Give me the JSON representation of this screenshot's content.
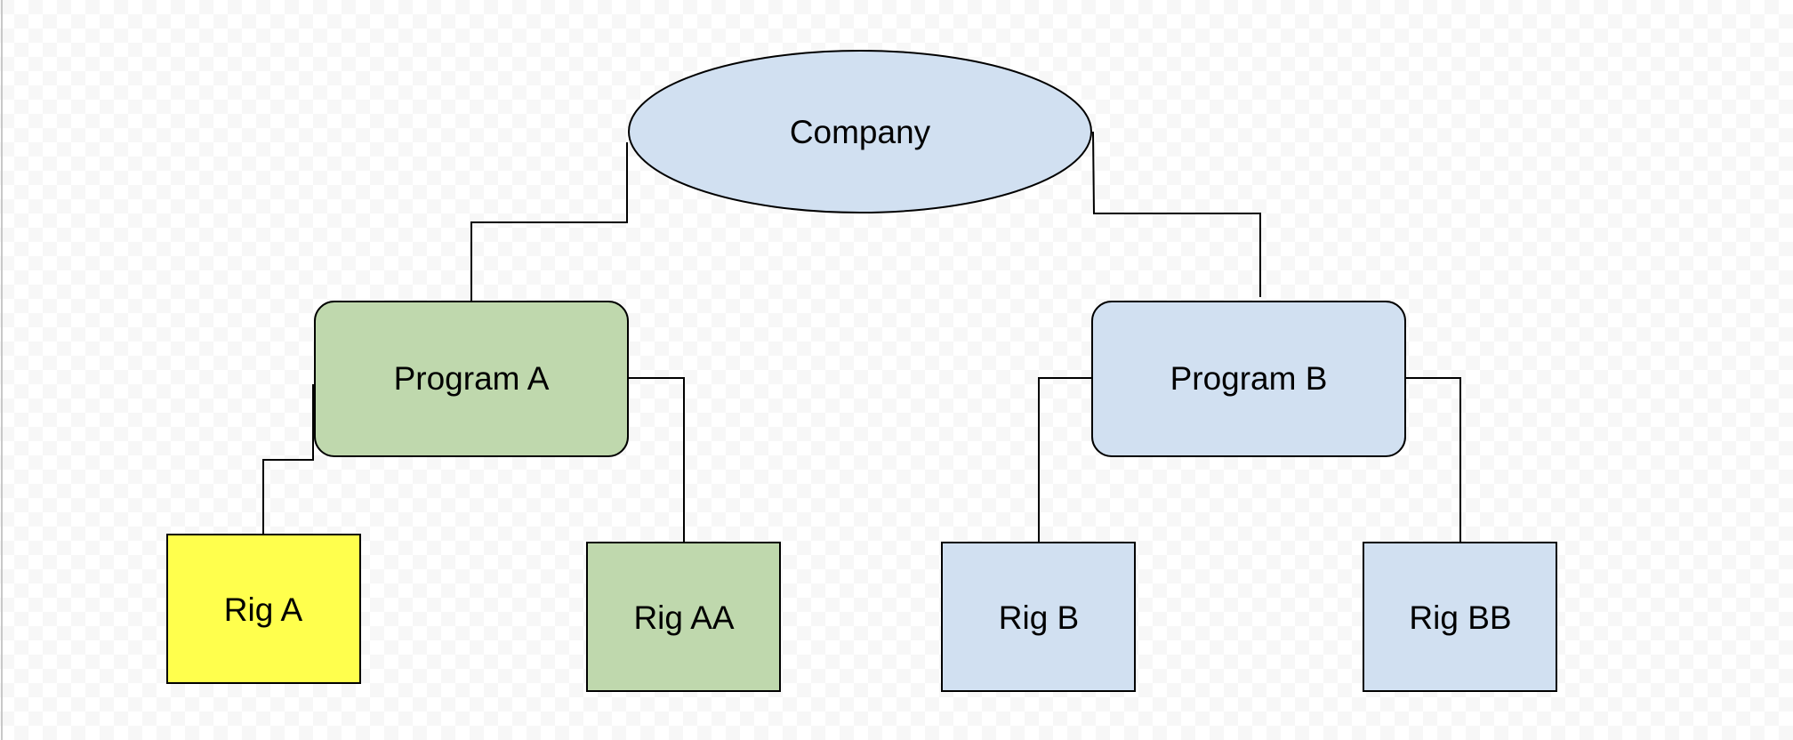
{
  "diagram": {
    "nodes": {
      "company": {
        "label": "Company",
        "fill": "#d1e0f1"
      },
      "program_a": {
        "label": "Program A",
        "fill": "#bfd8ad"
      },
      "program_b": {
        "label": "Program B",
        "fill": "#d1e0f1"
      },
      "rig_a": {
        "label": "Rig A",
        "fill": "#ffff4d"
      },
      "rig_aa": {
        "label": "Rig AA",
        "fill": "#bfd8ad"
      },
      "rig_b": {
        "label": "Rig B",
        "fill": "#d1e0f1"
      },
      "rig_bb": {
        "label": "Rig BB",
        "fill": "#d1e0f1"
      }
    },
    "edges": [
      {
        "from": "company",
        "to": "program_a"
      },
      {
        "from": "company",
        "to": "program_b"
      },
      {
        "from": "program_a",
        "to": "rig_a"
      },
      {
        "from": "program_a",
        "to": "rig_aa"
      },
      {
        "from": "program_b",
        "to": "rig_b"
      },
      {
        "from": "program_b",
        "to": "rig_bb"
      }
    ]
  },
  "colors": {
    "canvas_checker_light": "#ffffff",
    "canvas_checker_dark": "#f7f7f7",
    "stroke": "#000000"
  }
}
